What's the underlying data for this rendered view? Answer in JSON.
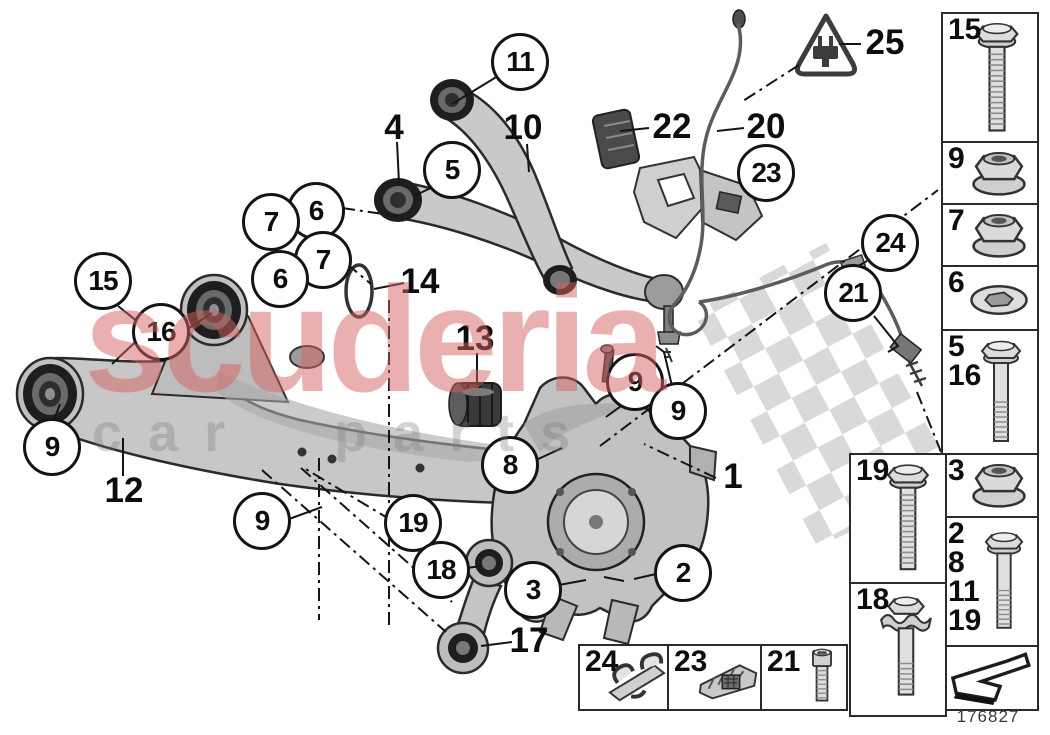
{
  "watermark": {
    "brand": "scuderia",
    "tagline": "car parts"
  },
  "drawing_number": "176827",
  "callouts": {
    "c11": "11",
    "c5": "5",
    "c6a": "6",
    "c7a": "7",
    "c7b": "7",
    "c6b": "6",
    "c15": "15",
    "c16": "16",
    "c23": "23",
    "c24": "24",
    "c21": "21",
    "c9a": "9",
    "c9b": "9",
    "c9c": "9",
    "c9d": "9",
    "c8": "8",
    "c19": "19",
    "c18": "18",
    "c3": "3",
    "c2": "2",
    "p4": "4",
    "p10": "10",
    "p22": "22",
    "p20": "20",
    "p25": "25",
    "p14": "14",
    "p13": "13",
    "p1": "1",
    "p12": "12",
    "p17": "17"
  },
  "legend": {
    "right_column": [
      {
        "id": "b15",
        "labels": [
          "15"
        ],
        "icon": "flange-bolt-long"
      },
      {
        "id": "b9",
        "labels": [
          "9"
        ],
        "icon": "flange-nut"
      },
      {
        "id": "b7",
        "labels": [
          "7"
        ],
        "icon": "flange-nut"
      },
      {
        "id": "b6",
        "labels": [
          "6"
        ],
        "icon": "washer"
      },
      {
        "id": "b5-16",
        "labels": [
          "5",
          "16"
        ],
        "icon": "flange-bolt"
      },
      {
        "id": "b3",
        "labels": [
          "3"
        ],
        "icon": "flange-nut"
      },
      {
        "id": "b2-8-11-19",
        "labels": [
          "2",
          "8",
          "11",
          "19"
        ],
        "icon": "flange-bolt"
      },
      {
        "id": "b-arrow",
        "labels": [],
        "icon": "direction-arrow"
      }
    ],
    "middle_column": [
      {
        "id": "b19",
        "labels": [
          "19"
        ],
        "icon": "flange-bolt-long"
      },
      {
        "id": "b18",
        "labels": [
          "18"
        ],
        "icon": "bolt-with-captive-washer"
      }
    ],
    "bottom_row": [
      {
        "id": "b24",
        "labels": [
          "24"
        ],
        "icon": "cable-clip"
      },
      {
        "id": "b23",
        "labels": [
          "23"
        ],
        "icon": "cable-holder"
      },
      {
        "id": "b21",
        "labels": [
          "21"
        ],
        "icon": "socket-head-screw"
      }
    ]
  },
  "warning": {
    "label": "25",
    "icon": "electric-plug-warning-triangle"
  }
}
